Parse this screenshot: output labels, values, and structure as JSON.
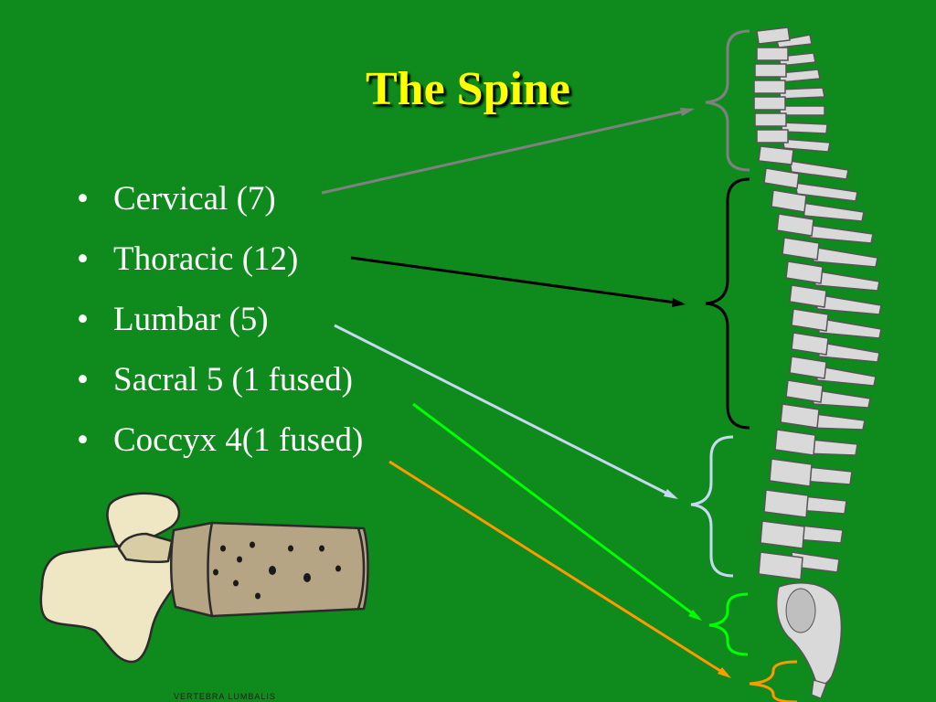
{
  "slide": {
    "title": "The Spine",
    "bullets": [
      {
        "label": "Cervical (7)",
        "color": "#808080"
      },
      {
        "label": "Thoracic (12)",
        "color": "#000000"
      },
      {
        "label": "Lumbar (5)",
        "color": "#c6d9f1"
      },
      {
        "label": "Sacral 5 (1 fused)",
        "color": "#00ff00"
      },
      {
        "label": "Coccyx 4(1 fused)",
        "color": "#ff9900"
      }
    ],
    "bullet_glyph": "•",
    "caption": "VERTEBRA LUMBALIS",
    "colors": {
      "background": "#0f8a1c",
      "title": "#ffff00",
      "text": "#ffffff",
      "bone": "#d9d9d9",
      "vertebra": "#efe6c3"
    }
  }
}
